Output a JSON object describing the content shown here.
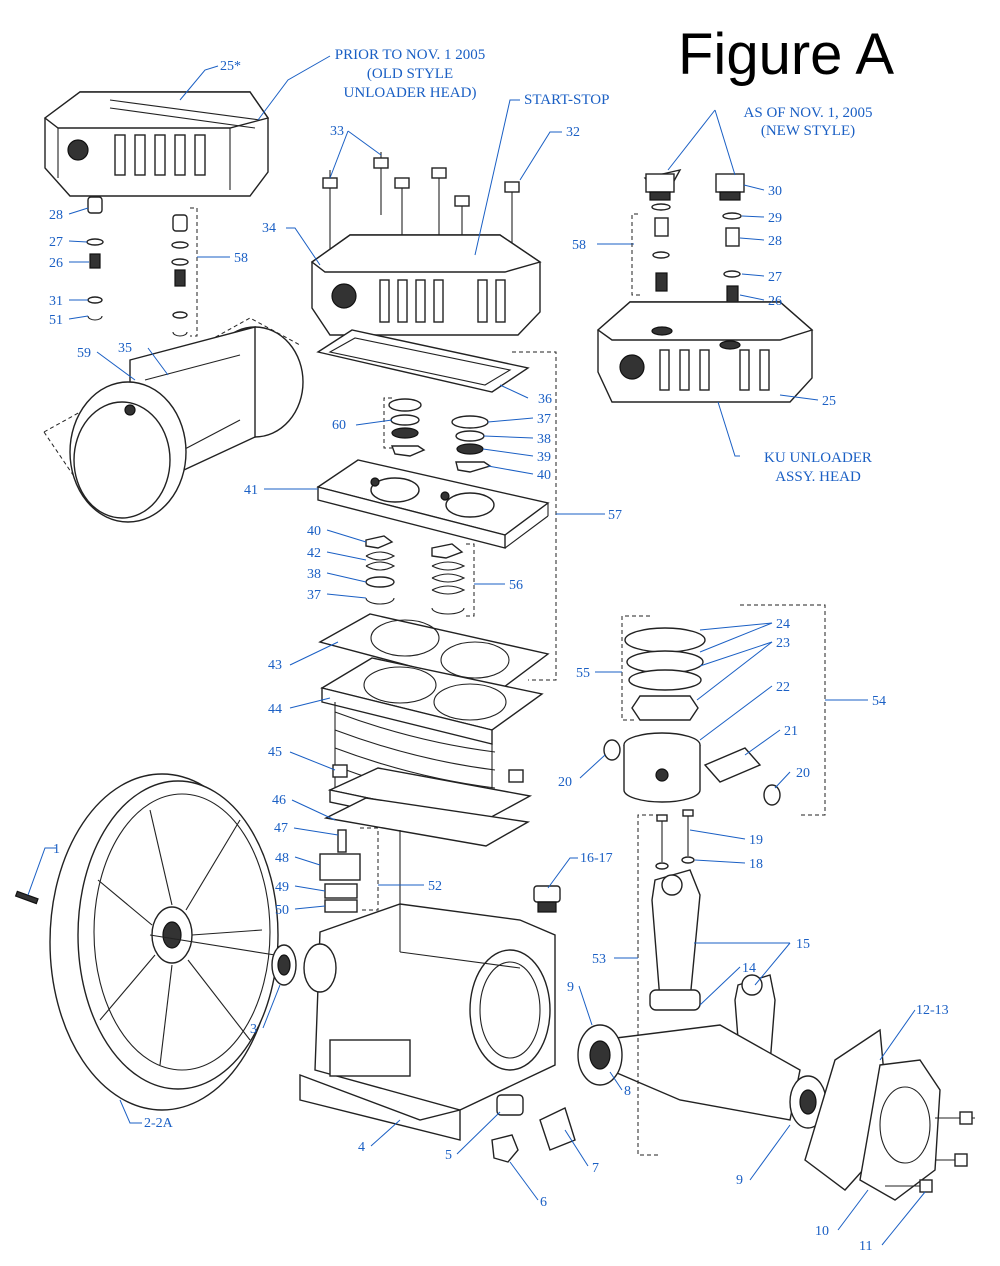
{
  "figure_title": "Figure A",
  "colors": {
    "callout": "#1a5fc4",
    "drawing": "#222222",
    "title": "#000000"
  },
  "notes": {
    "prior": [
      "PRIOR TO NOV. 1 2005",
      "(OLD STYLE",
      "UNLOADER HEAD)"
    ],
    "start_stop": "START-STOP",
    "as_of": [
      "AS OF NOV. 1, 2005",
      "(NEW STYLE)"
    ],
    "ku": [
      "KU UNLOADER",
      "ASSY. HEAD"
    ]
  },
  "callouts": {
    "c25s": "25*",
    "c33": "33",
    "c32": "32",
    "c34": "34",
    "c28a": "28",
    "c27a": "27",
    "c26a": "26",
    "c31": "31",
    "c51": "51",
    "c58a": "58",
    "c59": "59",
    "c35": "35",
    "c36": "36",
    "c60": "60",
    "c37a": "37",
    "c38a": "38",
    "c39": "39",
    "c40a": "40",
    "c41": "41",
    "c57": "57",
    "c40b": "40",
    "c42": "42",
    "c38b": "38",
    "c37b": "37",
    "c56": "56",
    "c43": "43",
    "c44": "44",
    "c45": "45",
    "c46": "46",
    "c47": "47",
    "c48": "48",
    "c49": "49",
    "c50": "50",
    "c52": "52",
    "c30": "30",
    "c29": "29",
    "c28b": "28",
    "c27b": "27",
    "c26b": "26",
    "c58b": "58",
    "c25": "25",
    "c24": "24",
    "c23": "23",
    "c55": "55",
    "c22": "22",
    "c54": "54",
    "c21": "21",
    "c20a": "20",
    "c20b": "20",
    "c19": "19",
    "c18": "18",
    "c1": "1",
    "c1617": "16-17",
    "c53": "53",
    "c15": "15",
    "c14": "14",
    "c3": "3",
    "c9a": "9",
    "c1213": "12-13",
    "c8": "8",
    "c22a": "2-2A",
    "c4": "4",
    "c5": "5",
    "c7": "7",
    "c6": "6",
    "c9b": "9",
    "c10": "10",
    "c11": "11"
  }
}
